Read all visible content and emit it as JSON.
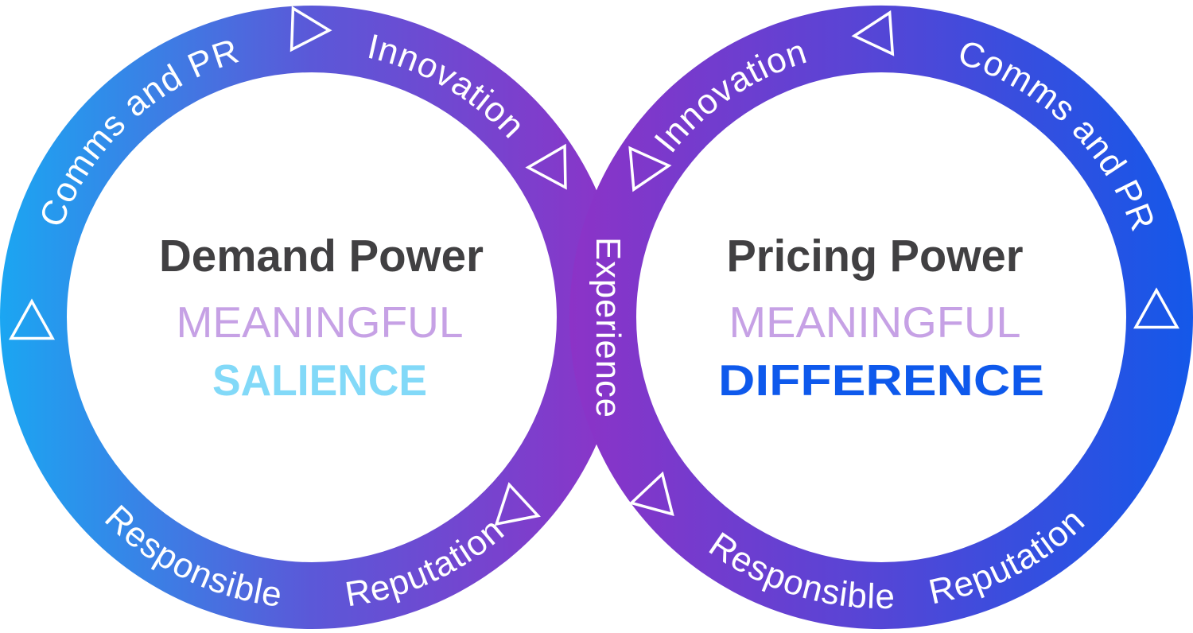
{
  "diagram": {
    "center_label": "Experience",
    "left_loop": {
      "title": "Demand Power",
      "line2": "MEANINGFUL",
      "line3": "SALIENCE",
      "arc_labels": {
        "top_left": "Comms and PR",
        "top_right": "Innovation",
        "bottom_left": "Responsible",
        "bottom_right": "Reputation"
      }
    },
    "right_loop": {
      "title": "Pricing Power",
      "line2": "MEANINGFUL",
      "line3": "DIFFERENCE",
      "arc_labels": {
        "top_left": "Innovation",
        "top_right": "Comms and PR",
        "bottom_left": "Responsible",
        "bottom_right": "Reputation"
      }
    },
    "colors": {
      "left_gradient_start": "#1ba6f2",
      "left_gradient_mid": "#5b58d8",
      "left_gradient_end": "#8c33c7",
      "right_gradient_start": "#8c33c7",
      "right_gradient_mid": "#5446d6",
      "right_gradient_end": "#1458e9",
      "title_text": "#414042",
      "meaningful_text": "#c6a1e5",
      "salience_text": "#82d9f8",
      "difference_text": "#0e59ec",
      "arc_text": "#ffffff",
      "arrow_outline": "#ffffff"
    }
  }
}
